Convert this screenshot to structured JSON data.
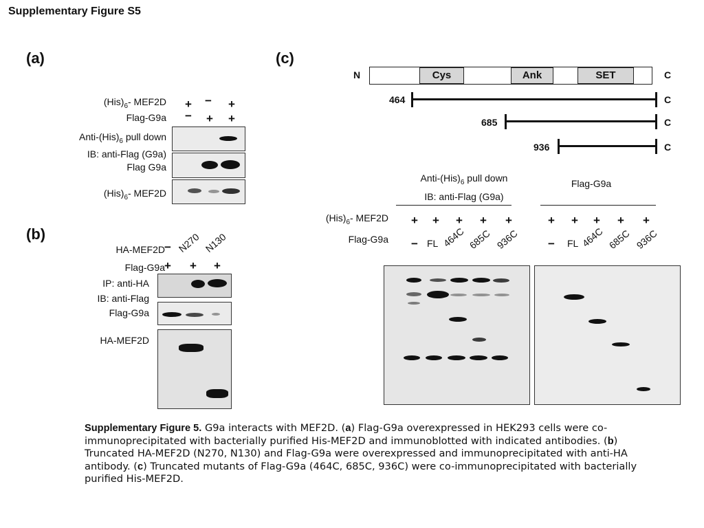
{
  "title": "Supplementary Figure S5",
  "panel_a": {
    "label": "(a)",
    "row_mef2d": "(His)",
    "row_mef2d_sub": "6",
    "row_mef2d_rest": "- MEF2D",
    "row_flag": "Flag-G9a",
    "signs_mef2d": [
      "+",
      "−",
      "+"
    ],
    "signs_flag": [
      "−",
      "+",
      "+"
    ],
    "blot1_line1": "Anti-(His)",
    "blot1_line1_sub": "6",
    "blot1_line1_rest": " pull down",
    "blot1_line2": "IB: anti-Flag (G9a)",
    "blot2": "Flag G9a",
    "blot3": "(His)",
    "blot3_sub": "6",
    "blot3_rest": "- MEF2D"
  },
  "panel_b": {
    "label": "(b)",
    "row_ha": "HA-MEF2D",
    "row_flag": "Flag-G9a",
    "col_labels": [
      "−",
      "N270",
      "N130"
    ],
    "signs_flag": [
      "+",
      "+",
      "+"
    ],
    "blot1_line1": "IP: anti-HA",
    "blot1_line2": "IB: anti-Flag",
    "blot2": "Flag-G9a",
    "blot3": "HA-MEF2D"
  },
  "panel_c": {
    "label": "(c)",
    "n_term": "N",
    "c_term": "C",
    "domains": [
      "Cys",
      "Ank",
      "SET"
    ],
    "constructs": [
      {
        "start": "464",
        "end": "C"
      },
      {
        "start": "685",
        "end": "C"
      },
      {
        "start": "936",
        "end": "C"
      }
    ],
    "group1_line1": "Anti-(His)",
    "group1_line1_sub": "6",
    "group1_line1_rest": " pull down",
    "group1_line2": "IB: anti-Flag (G9a)",
    "group2": "Flag-G9a",
    "row_mef2d": "(His)",
    "row_mef2d_sub": "6",
    "row_mef2d_rest": "- MEF2D",
    "row_flag": "Flag-G9a",
    "signs_mef2d": [
      "+",
      "+",
      "+",
      "+",
      "+",
      "+",
      "+",
      "+",
      "+",
      "+"
    ],
    "lanes": [
      "−",
      "FL",
      "464C",
      "685C",
      "936C",
      "−",
      "FL",
      "464C",
      "685C",
      "936C"
    ]
  },
  "caption": {
    "heading": "Supplementary Figure 5.",
    "t1": " G9a interacts with MEF2D. (",
    "a": "a",
    "t2": ") Flag-G9a overexpressed in HEK293 cells were co-immunoprecipitated with bacterially purified His-MEF2D and immunoblotted with indicated antibodies. (",
    "b": "b",
    "t3": ") Truncated HA-MEF2D (N270, N130) and Flag-G9a were overexpressed and immunoprecipitated with anti-HA antibody. (",
    "c": "c",
    "t4": ") Truncated mutants of Flag-G9a (464C, 685C, 936C) were co-immunoprecipitated with bacterially purified His-MEF2D."
  }
}
